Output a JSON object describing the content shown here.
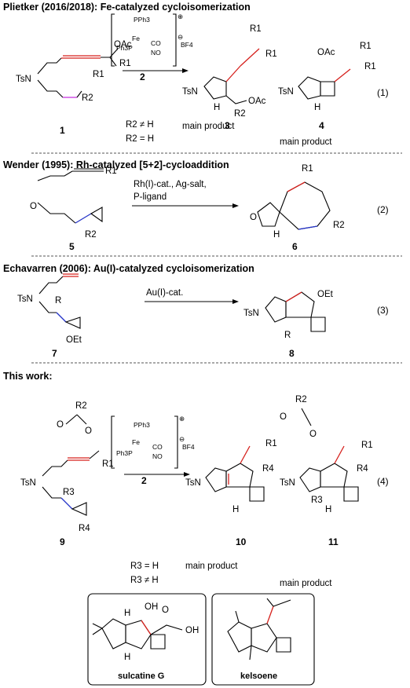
{
  "sections": {
    "s1": {
      "title": "Plietker (2016/2018): Fe-catalyzed cycloisomerization",
      "eq": "(1)"
    },
    "s2": {
      "title": "Wender (1995): Rh-catalyzed [5+2]-cycloaddition",
      "eq": "(2)"
    },
    "s3": {
      "title": "Echavarren (2006): Au(I)-catalyzed cycloisomerization",
      "eq": "(3)"
    },
    "s4": {
      "title": "This work:",
      "eq": "(4)"
    }
  },
  "labels": {
    "TsN": "TsN",
    "OAc": "OAc",
    "OEt": "OEt",
    "R": "R",
    "R1": "R1",
    "R2": "R2",
    "R3": "R3",
    "R4": "R4",
    "O": "O",
    "OH": "OH",
    "H": "H",
    "PPh3": "PPh3",
    "Ph3P": "Ph3P",
    "Fe": "Fe",
    "CO": "CO",
    "NO": "NO",
    "BF4": "BF4",
    "plus": "⊕",
    "minus": "⊖"
  },
  "compounds": {
    "c1": "1",
    "c2": "2",
    "c3": "3",
    "c4": "4",
    "c5": "5",
    "c6": "6",
    "c7": "7",
    "c8": "8",
    "c9": "9",
    "c10": "10",
    "c11": "11"
  },
  "conditions": {
    "rh1": "Rh(I)-cat., Ag-salt,",
    "rh2": "P-ligand",
    "au": "Au(I)-cat."
  },
  "notes": {
    "r2ne": "R2 ≠ H",
    "r2eq": "R2 = H",
    "r3eq": "R3 = H",
    "r3ne": "R3 ≠ H",
    "main": "main product"
  },
  "natural_products": {
    "np1": "sulcatine G",
    "np2": "kelsoene"
  },
  "colors": {
    "red": "#d6201c",
    "blue": "#2534c8",
    "magenta": "#c62de0"
  }
}
